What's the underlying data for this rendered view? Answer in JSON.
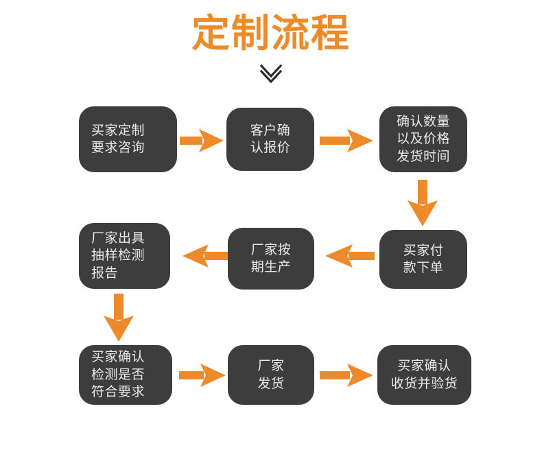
{
  "page": {
    "title": "定制流程",
    "chevron_icon": "chevron-down-icon",
    "accent_color": "#ED8B2B",
    "node_color": "#3d3d3d",
    "node_text_color": "#e8e8e8",
    "background_color": "#ffffff"
  },
  "flow": {
    "nodes": [
      {
        "id": "n1",
        "label": "买家定制\n要求咨询",
        "align": "left"
      },
      {
        "id": "n2",
        "label": "客户确\n认报价",
        "align": "center"
      },
      {
        "id": "n3",
        "label": "确认数量\n以及价格\n发货时间",
        "align": "center"
      },
      {
        "id": "n4",
        "label": "买家付\n款下单",
        "align": "center"
      },
      {
        "id": "n5",
        "label": "厂家按\n期生产",
        "align": "center"
      },
      {
        "id": "n6",
        "label": "厂家出具\n抽样检测\n报告",
        "align": "left"
      },
      {
        "id": "n7",
        "label": "买家确认\n检测是否\n符合要求",
        "align": "left"
      },
      {
        "id": "n8",
        "label": "厂家\n发货",
        "align": "center"
      },
      {
        "id": "n9",
        "label": "买家确认\n收货并验货",
        "align": "center"
      }
    ],
    "arrows": [
      {
        "id": "a1",
        "from": "n1",
        "to": "n2",
        "direction": "right"
      },
      {
        "id": "a2",
        "from": "n2",
        "to": "n3",
        "direction": "right"
      },
      {
        "id": "a3",
        "from": "n3",
        "to": "n4",
        "direction": "down"
      },
      {
        "id": "a4",
        "from": "n4",
        "to": "n5",
        "direction": "left"
      },
      {
        "id": "a5",
        "from": "n5",
        "to": "n6",
        "direction": "left"
      },
      {
        "id": "a6",
        "from": "n6",
        "to": "n7",
        "direction": "down"
      },
      {
        "id": "a7",
        "from": "n7",
        "to": "n8",
        "direction": "right"
      },
      {
        "id": "a8",
        "from": "n8",
        "to": "n9",
        "direction": "right"
      }
    ]
  }
}
